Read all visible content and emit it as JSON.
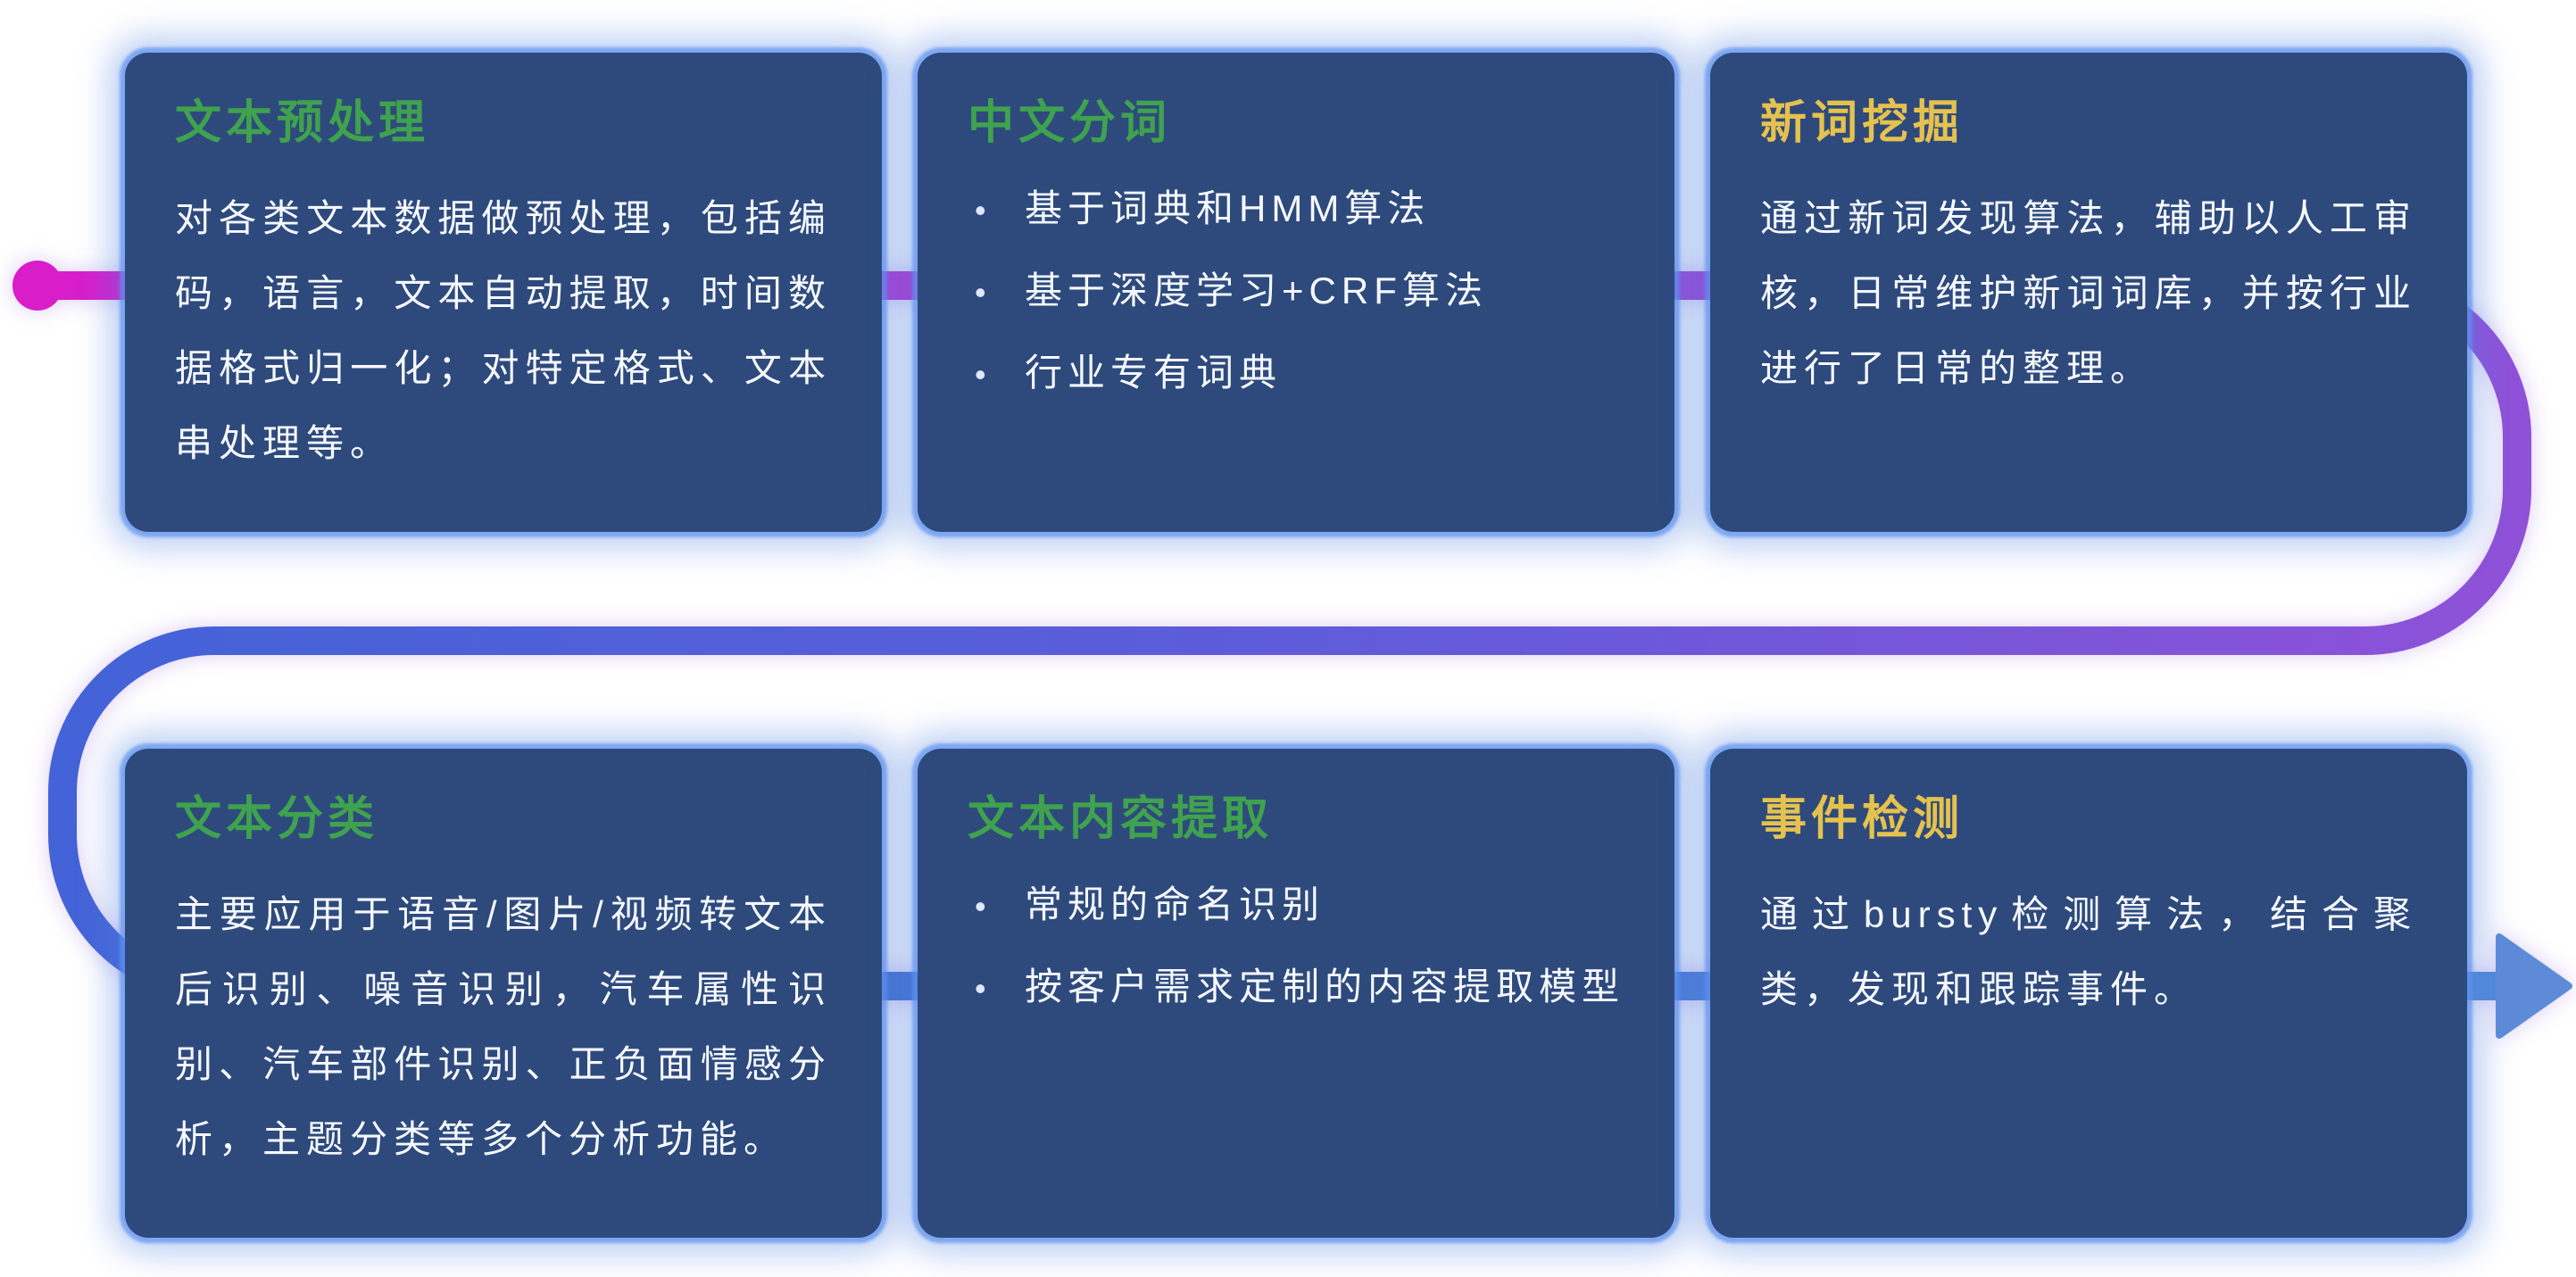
{
  "ui": {
    "bullet_char": "•"
  },
  "colors": {
    "card_bg": "#2e4a7c",
    "card_glow": "#5a8ce6",
    "title_green": "#3fa24e",
    "title_yellow": "#e5c24e",
    "body_text": "#f5f8ff",
    "flow_magenta": "#d81dc9",
    "flow_purple": "#8f51d8",
    "flow_blue": "#4463d8",
    "flow_arrow": "#5d8bd8"
  },
  "cards": [
    {
      "title": "文本预处理",
      "accent": "green",
      "body": "对各类文本数据做预处理，包括编码，语言，文本自动提取，时间数据格式归一化；对特定格式、文本串处理等。",
      "bullets": []
    },
    {
      "title": "中文分词",
      "accent": "green",
      "body": "",
      "bullets": [
        "基于词典和HMM算法",
        "基于深度学习+CRF算法",
        "行业专有词典"
      ]
    },
    {
      "title": "新词挖掘",
      "accent": "yellow",
      "body": "通过新词发现算法，辅助以人工审核，日常维护新词词库，并按行业进行了日常的整理。",
      "bullets": []
    },
    {
      "title": "文本分类",
      "accent": "green",
      "body": "主要应用于语音/图片/视频转文本后识别、噪音识别，汽车属性识别、汽车部件识别、正负面情感分析，主题分类等多个分析功能。",
      "bullets": []
    },
    {
      "title": "文本内容提取",
      "accent": "green",
      "body": "",
      "bullets": [
        "常规的命名识别",
        "按客户需求定制的内容提取模型"
      ]
    },
    {
      "title": "事件检测",
      "accent": "yellow",
      "body": "通过bursty检测算法，结合聚类，发现和跟踪事件。",
      "bullets": []
    }
  ]
}
